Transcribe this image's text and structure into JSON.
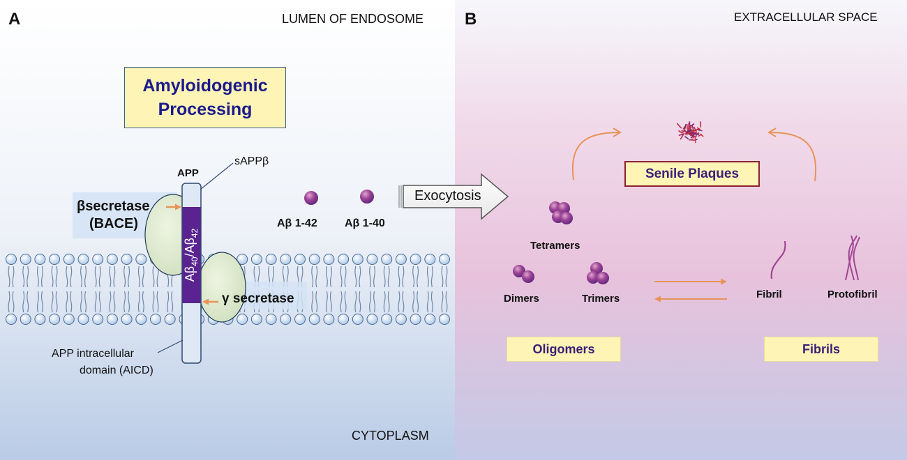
{
  "panel_a": {
    "letter": "A",
    "lumen_label": "LUMEN OF ENDOSOME",
    "cytoplasm_label": "CYTOPLASM",
    "title_line1": "Amyloidogenic",
    "title_line2": "Processing",
    "app_label": "APP",
    "sappb_label": "sAPPβ",
    "beta_secretase_line1": "βsecretase",
    "beta_secretase_line2": "(BACE)",
    "gamma_secretase_label": "γ secretase",
    "abeta_segment_label": "Aβ40/Aβ42",
    "aicd_line1": "APP intracellular",
    "aicd_line2": "domain (AICD)",
    "ab142_label": "Aβ 1-42",
    "ab140_label": "Aβ 1-40",
    "exocytosis_label": "Exocytosis"
  },
  "panel_b": {
    "letter": "B",
    "extracellular_label": "EXTRACELLULAR SPACE",
    "senile_plaques_label": "Senile Plaques",
    "tetramers_label": "Tetramers",
    "dimers_label": "Dimers",
    "trimers_label": "Trimers",
    "fibril_label": "Fibril",
    "protofibril_label": "Protofibril",
    "oligomers_label": "Oligomers",
    "fibrils_label": "Fibrils"
  },
  "colors": {
    "box_fill": "#fdf4b6",
    "title_blue": "#1c1a8c",
    "box_text_purple": "#3b1f78",
    "abeta_purple": "#5a2390",
    "arrow_orange": "#e8935a",
    "senile_border": "#8b2332"
  }
}
